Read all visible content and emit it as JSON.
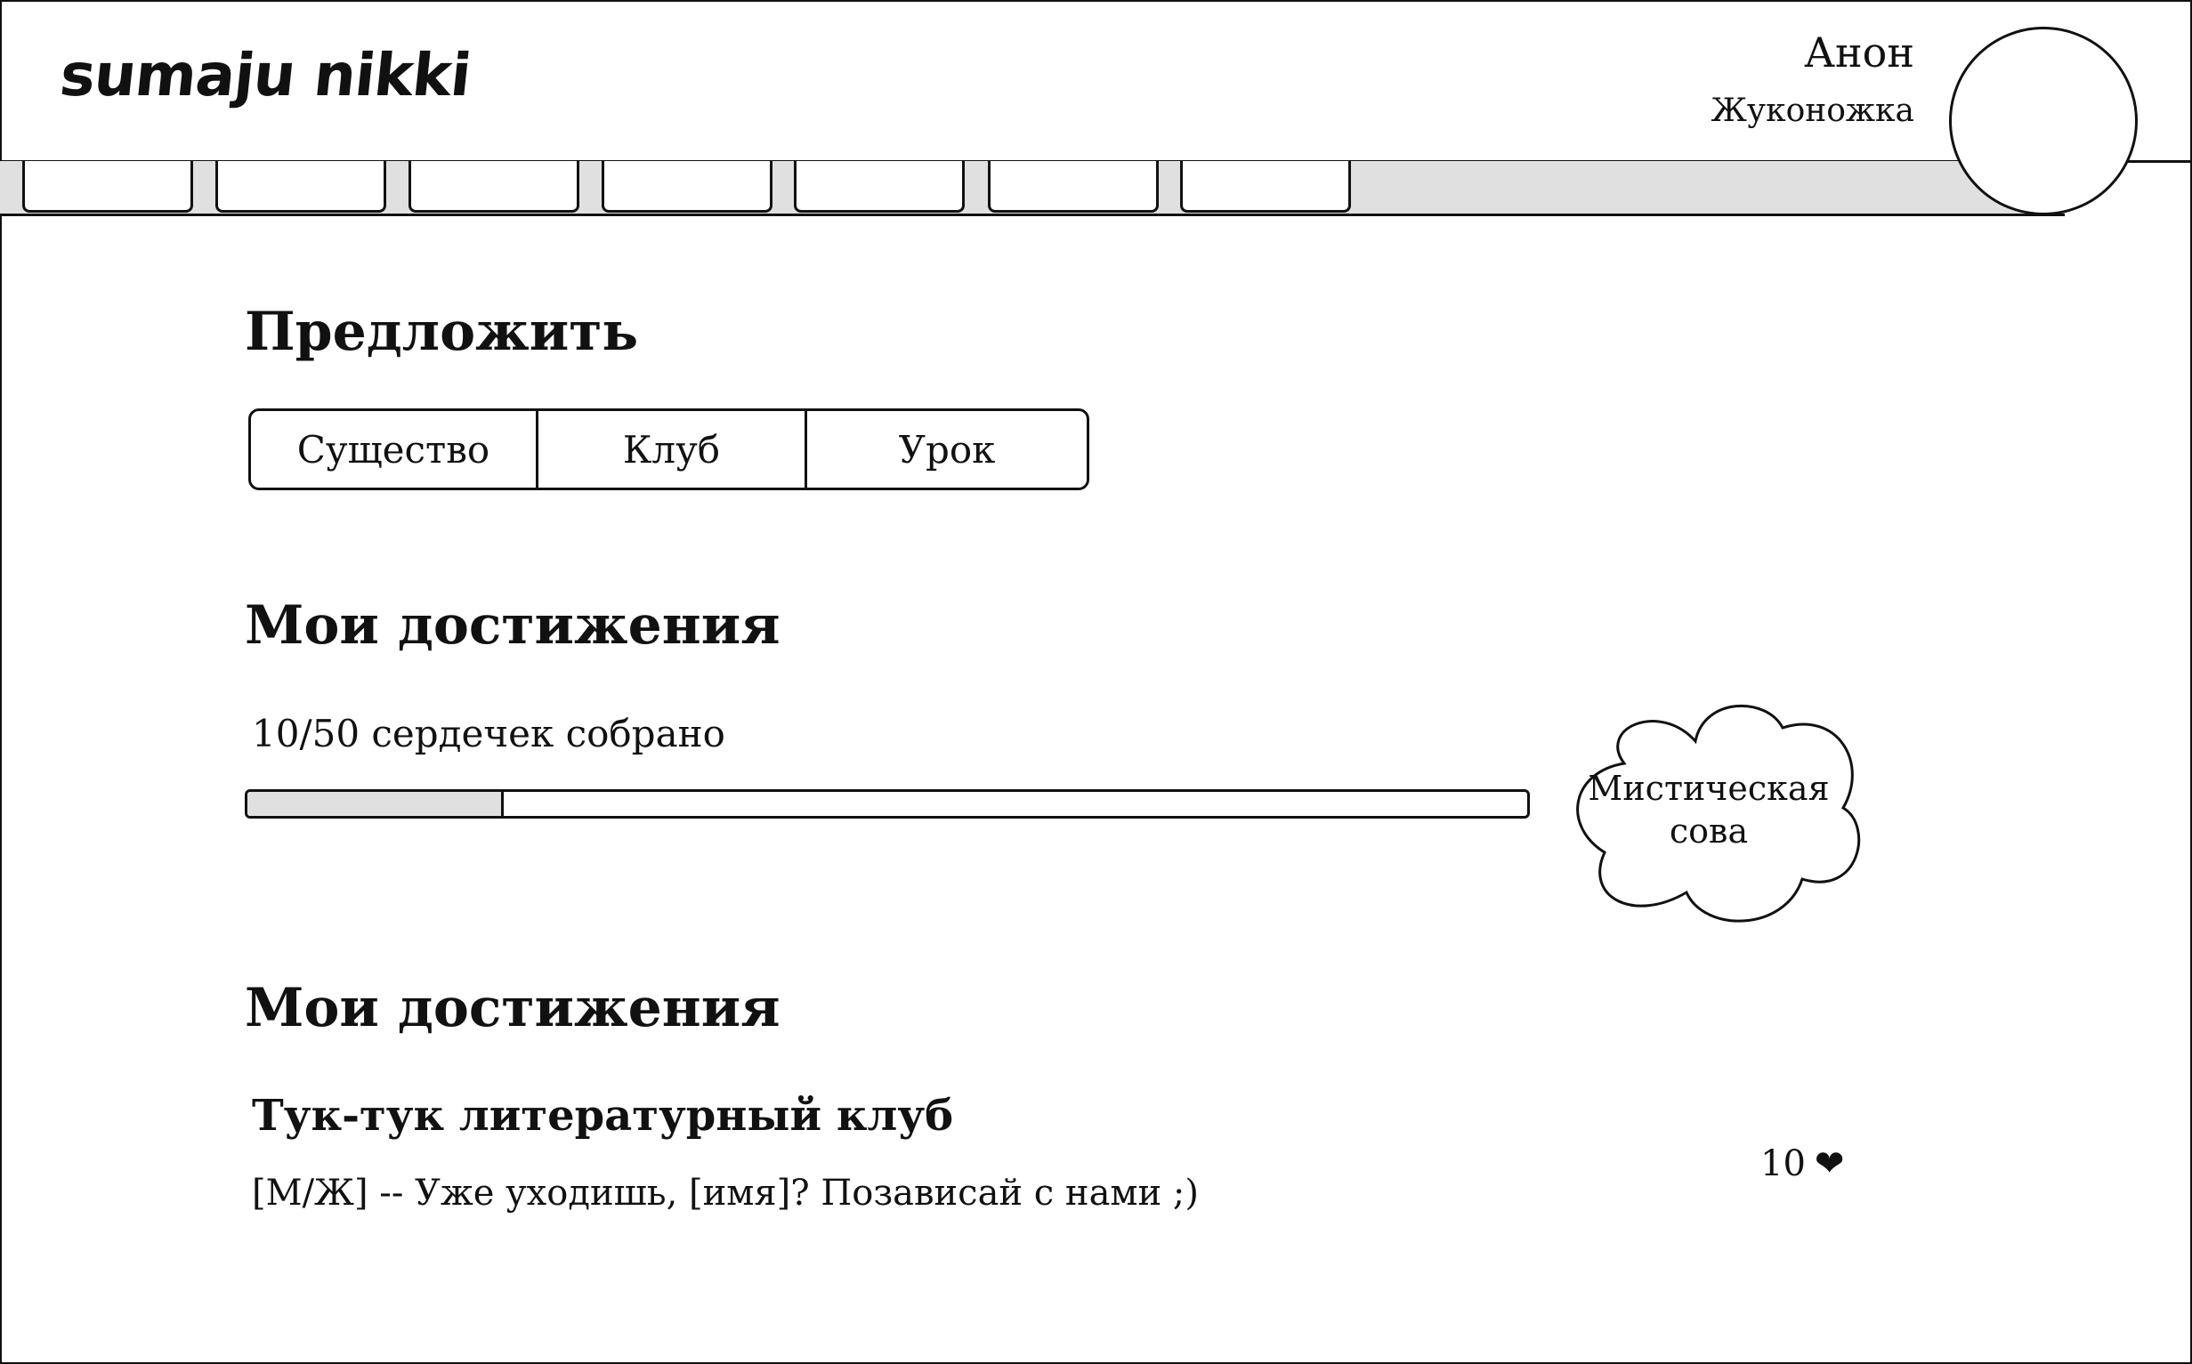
{
  "app": {
    "logo": "sumaju nikki"
  },
  "user": {
    "name": "Анон",
    "handle": "Жуконожка"
  },
  "nav": {
    "tabs": [
      "",
      "",
      "",
      "",
      "",
      "",
      ""
    ]
  },
  "suggest": {
    "title": "Предложить",
    "options": [
      "Существо",
      "Клуб",
      "Урок"
    ]
  },
  "achievements": {
    "title": "Мои достижения",
    "progress_label": "10/50 сердечек собрано",
    "progress_current": 10,
    "progress_total": 50,
    "reward": {
      "line1": "Мистическая",
      "line2": "сова"
    }
  },
  "clubs": {
    "title": "Мои достижения",
    "items": [
      {
        "name": "Тук-тук литературный клуб",
        "description": "[М/Ж] -- Уже уходишь, [имя]? Позависай с нами ;)",
        "likes": "10",
        "heart_icon": "❤"
      }
    ]
  }
}
